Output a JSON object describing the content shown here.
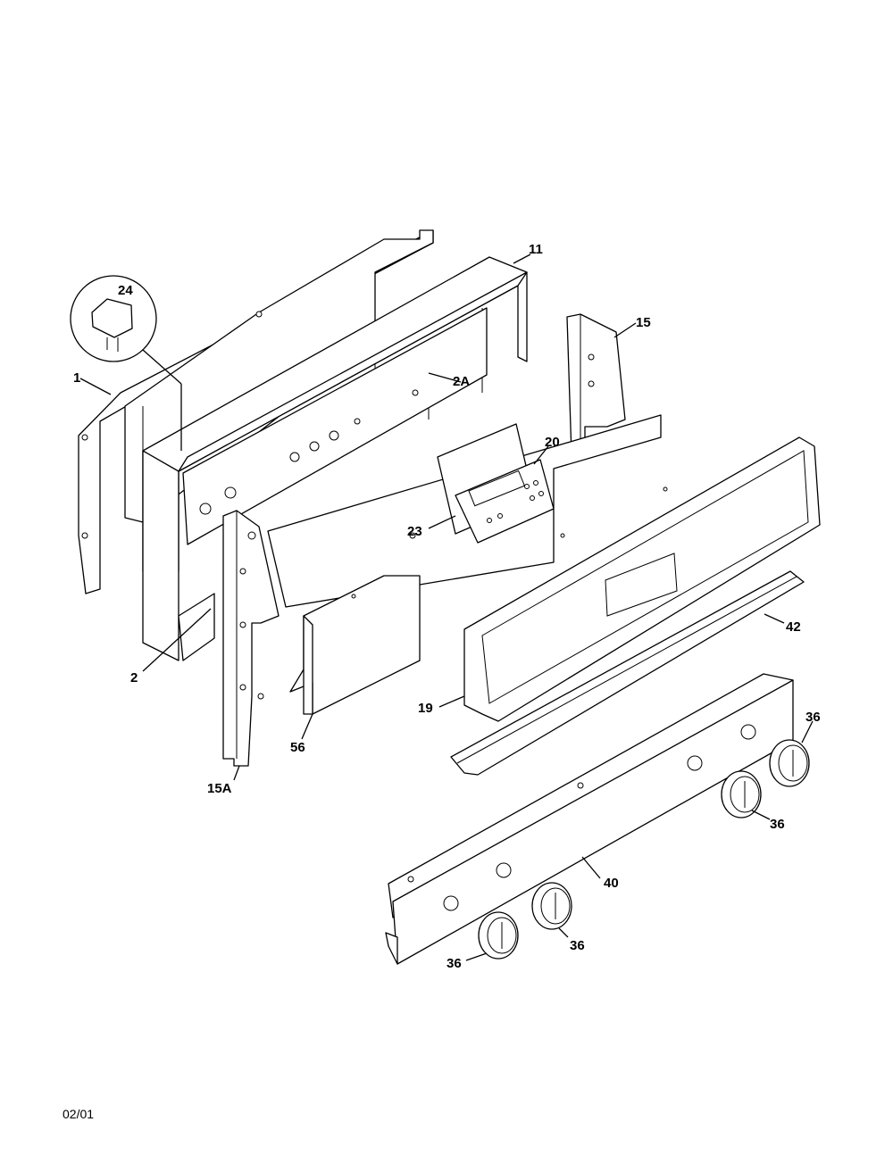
{
  "footer": {
    "date_code": "02/01"
  },
  "callouts": {
    "p24": "24",
    "p1": "1",
    "p11": "11",
    "p2a": "2A",
    "p15": "15",
    "p20": "20",
    "p23": "23",
    "p2": "2",
    "p42": "42",
    "p19": "19",
    "p56": "56",
    "p15a": "15A",
    "p36a": "36",
    "p36b": "36",
    "p36c": "36",
    "p36d": "36",
    "p40": "40"
  }
}
